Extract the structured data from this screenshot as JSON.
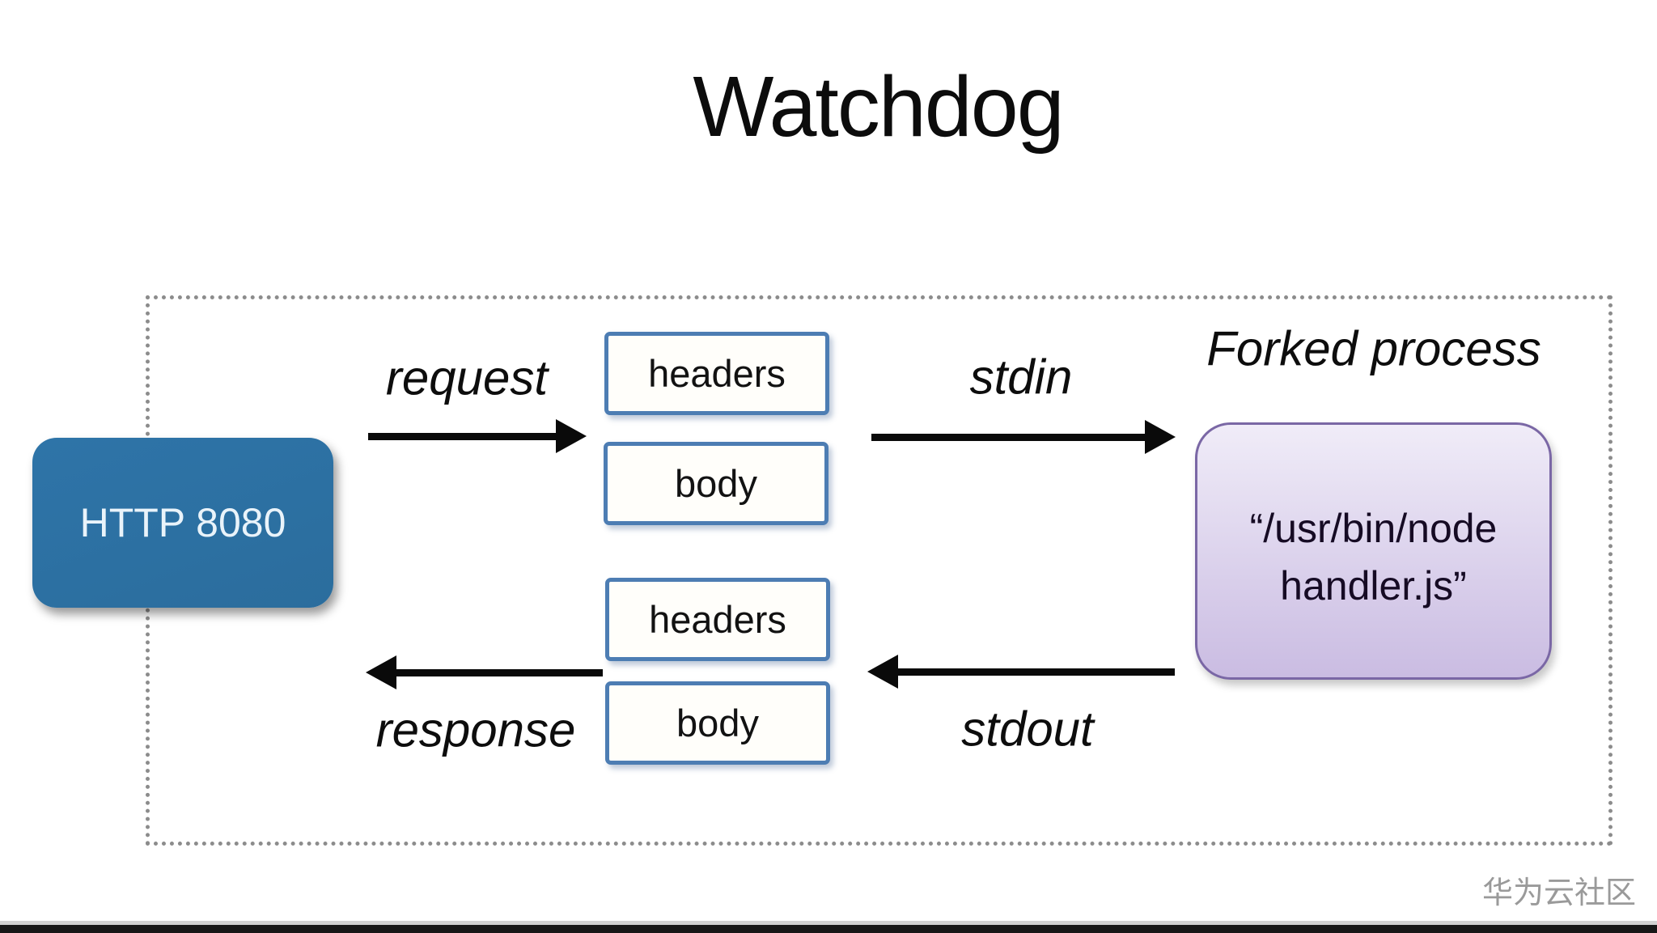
{
  "title": "Watchdog",
  "nodes": {
    "http_server": {
      "label": "HTTP 8080"
    },
    "forked_process": {
      "title": "Forked process",
      "command_line1": "“/usr/bin/node",
      "command_line2": "handler.js”"
    }
  },
  "request_flow": {
    "arrow_label": "request",
    "pipe_label": "stdin",
    "headers": "headers",
    "body": "body"
  },
  "response_flow": {
    "arrow_label": "response",
    "pipe_label": "stdout",
    "headers": "headers",
    "body": "body"
  },
  "watermark": "华为云社区",
  "colors": {
    "http-fill": "#2e74a8",
    "http-text": "#e9f3fa",
    "box-border": "#4d7db3",
    "box-fill": "#fffefa",
    "purple-top": "#f0ecf8",
    "purple-bottom": "#cabce2",
    "purple-border": "#7a67a5",
    "arrow": "#0a0a0a",
    "frame-dots": "#8c8c8c",
    "watermark": "#9a9a9a"
  }
}
